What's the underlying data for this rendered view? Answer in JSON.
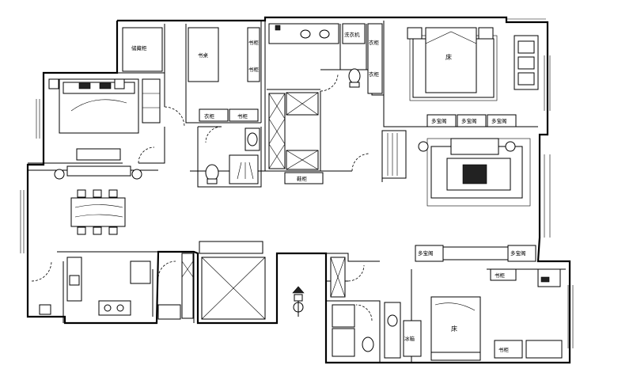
{
  "labels": {
    "wardrobe_top_left": "储藏柜",
    "study_desk": "书桌",
    "shelf_1": "书柜",
    "shelf_2": "书柜",
    "cabinet_a": "衣柜",
    "bookcase": "书柜",
    "laundry": "洗衣机",
    "wardrobe_1": "衣柜",
    "wardrobe_2": "衣柜",
    "master_bed": "床",
    "media_1": "多宝阁",
    "media_2": "多宝阁",
    "media_3": "多宝阁",
    "corridor_cab": "鞋柜",
    "display_left": "多宝阁",
    "display_right": "多宝阁",
    "bed_se": "床",
    "fridge": "冰箱",
    "desk_se": "书柜",
    "shelf_se": "书柜"
  },
  "colors": {
    "line": "#000000",
    "background": "#ffffff"
  },
  "icons": {
    "compass": "north-arrow-icon"
  }
}
